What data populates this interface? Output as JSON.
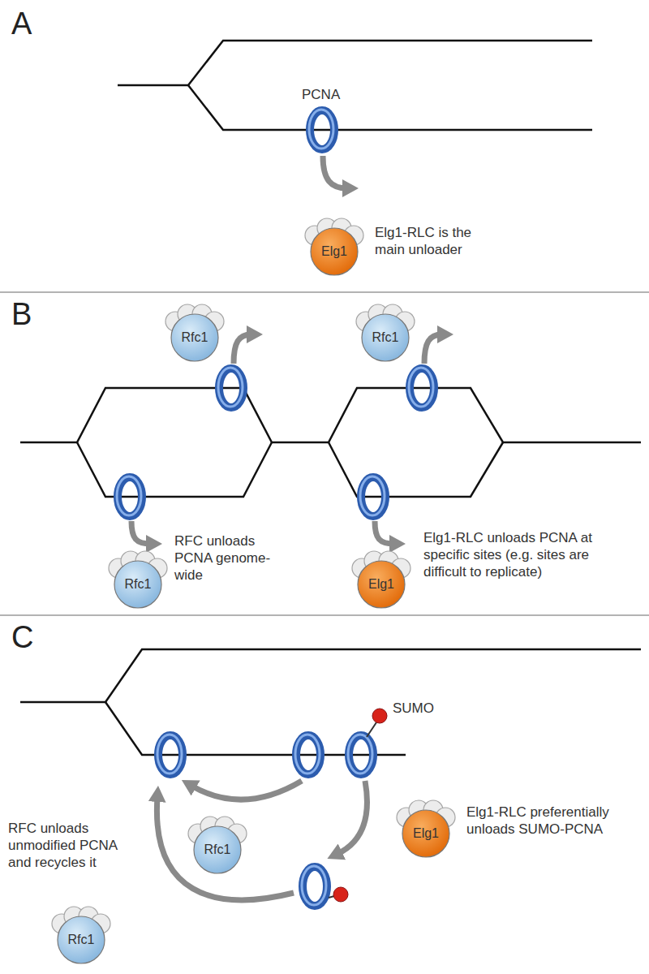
{
  "diagram": {
    "nodes": [
      {
        "text": [
          "Elg1"
        ]
      },
      {
        "text": [
          "Rfc1"
        ]
      },
      {
        "text": [
          "Rfc1"
        ]
      },
      {
        "text": [
          "Rfc1"
        ]
      },
      {
        "text": [
          "Elg1"
        ]
      },
      {
        "text": [
          "Rfc1"
        ]
      },
      {
        "text": [
          "Elg1"
        ]
      },
      {
        "text": [
          "Rfc1"
        ]
      }
    ],
    "labels": [
      "A",
      "PCNA",
      "Elg1-RLC is the main unloader",
      "B",
      "RFC unloads PCNA genome-wide",
      "Elg1-RLC unloads PCNA at specific sites (e.g. sites are difficult to replicate)",
      "C",
      "SUMO",
      "Elg1-RLC preferentially unloads SUMO-PCNA",
      "RFC unloads unmodified PCNA and recycles it"
    ]
  }
}
